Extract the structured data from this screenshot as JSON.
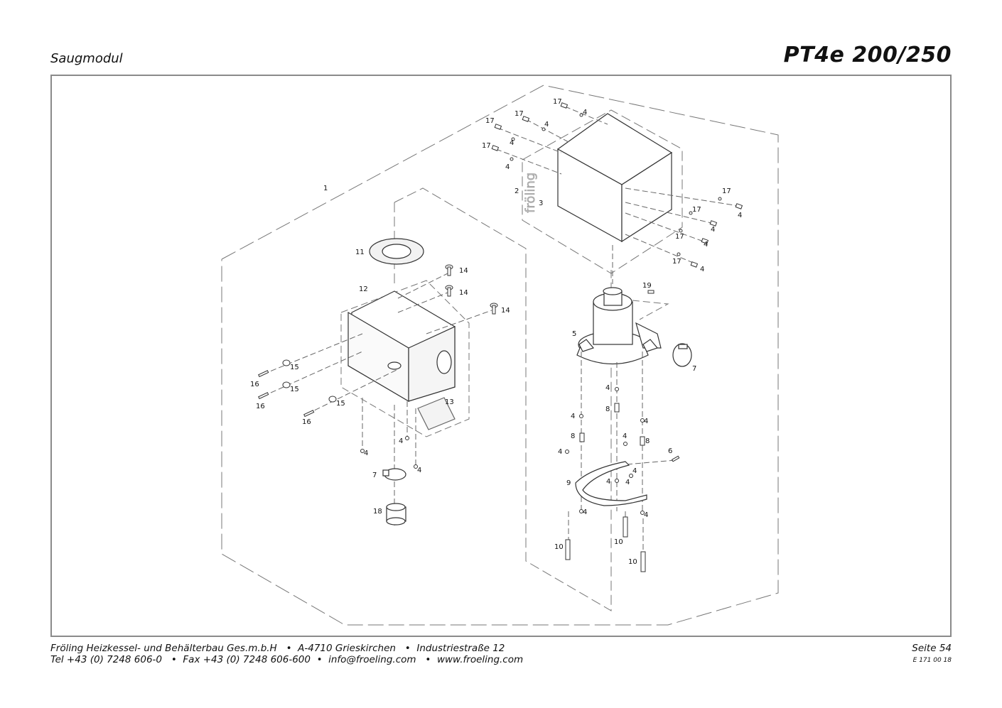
{
  "header": {
    "section_title": "Saugmodul",
    "model": "PT4e 200/250"
  },
  "drawing": {
    "brand_mark": "fröling",
    "part_labels": [
      {
        "id": "l1",
        "text": "1"
      },
      {
        "id": "l2",
        "text": "2"
      },
      {
        "id": "l3",
        "text": "3"
      },
      {
        "id": "l17a",
        "text": "17"
      },
      {
        "id": "l4a",
        "text": "4"
      },
      {
        "id": "l17b",
        "text": "17"
      },
      {
        "id": "l4b",
        "text": "4"
      },
      {
        "id": "l17c",
        "text": "17"
      },
      {
        "id": "l4c",
        "text": "4"
      },
      {
        "id": "l17d",
        "text": "17"
      },
      {
        "id": "l4d",
        "text": "4"
      },
      {
        "id": "l4e",
        "text": "4"
      },
      {
        "id": "l17e",
        "text": "17"
      },
      {
        "id": "l4f",
        "text": "4"
      },
      {
        "id": "l17f",
        "text": "17"
      },
      {
        "id": "l4g",
        "text": "4"
      },
      {
        "id": "l17g",
        "text": "17"
      },
      {
        "id": "l4h",
        "text": "4"
      },
      {
        "id": "l17h",
        "text": "17"
      },
      {
        "id": "l11",
        "text": "11"
      },
      {
        "id": "l12",
        "text": "12"
      },
      {
        "id": "l13",
        "text": "13"
      },
      {
        "id": "l14a",
        "text": "14"
      },
      {
        "id": "l14b",
        "text": "14"
      },
      {
        "id": "l14c",
        "text": "14"
      },
      {
        "id": "l15a",
        "text": "15"
      },
      {
        "id": "l15b",
        "text": "15"
      },
      {
        "id": "l15c",
        "text": "15"
      },
      {
        "id": "l16a",
        "text": "16"
      },
      {
        "id": "l16b",
        "text": "16"
      },
      {
        "id": "l16c",
        "text": "16"
      },
      {
        "id": "l4i",
        "text": "4"
      },
      {
        "id": "l4j",
        "text": "4"
      },
      {
        "id": "l4k",
        "text": "4"
      },
      {
        "id": "l7a",
        "text": "7"
      },
      {
        "id": "l18",
        "text": "18"
      },
      {
        "id": "l19",
        "text": "19"
      },
      {
        "id": "l5",
        "text": "5"
      },
      {
        "id": "l7b",
        "text": "7"
      },
      {
        "id": "l4l",
        "text": "4"
      },
      {
        "id": "l8a",
        "text": "8"
      },
      {
        "id": "l4m",
        "text": "4"
      },
      {
        "id": "l4n",
        "text": "4"
      },
      {
        "id": "l8b",
        "text": "8"
      },
      {
        "id": "l4o",
        "text": "4"
      },
      {
        "id": "l4p",
        "text": "4"
      },
      {
        "id": "l8c",
        "text": "8"
      },
      {
        "id": "l4q",
        "text": "4"
      },
      {
        "id": "l6",
        "text": "6"
      },
      {
        "id": "l9",
        "text": "9"
      },
      {
        "id": "l4r",
        "text": "4"
      },
      {
        "id": "l4s",
        "text": "4"
      },
      {
        "id": "l4t",
        "text": "4"
      },
      {
        "id": "l4u",
        "text": "4"
      },
      {
        "id": "l10a",
        "text": "10"
      },
      {
        "id": "l10b",
        "text": "10"
      },
      {
        "id": "l10c",
        "text": "10"
      }
    ]
  },
  "footer": {
    "line1": "Fröling Heizkessel- und Behälterbau Ges.m.b.H   •  A-4710 Grieskirchen   •  Industriestraße 12",
    "line2": "Tel +43 (0) 7248 606-0   •  Fax +43 (0) 7248 606-600  •  info@froeling.com   •  www.froeling.com",
    "page": "Seite 54",
    "doc_code": "E 171 00 18"
  }
}
